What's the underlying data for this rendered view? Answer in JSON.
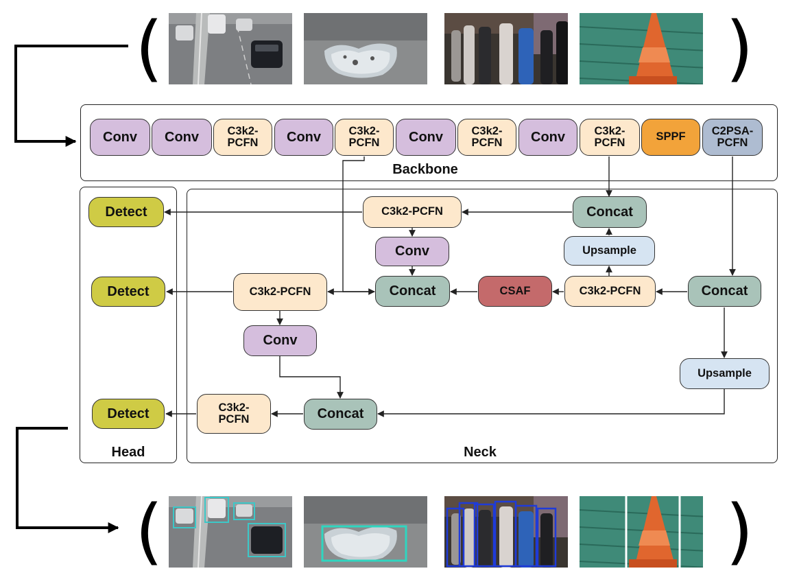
{
  "backbone": {
    "label": "Backbone",
    "blocks": [
      "Conv",
      "Conv",
      "C3k2-\nPCFN",
      "Conv",
      "C3k2-\nPCFN",
      "Conv",
      "C3k2-\nPCFN",
      "Conv",
      "C3k2-\nPCFN",
      "SPPF",
      "C2PSA-\nPCFN"
    ]
  },
  "neck": {
    "label": "Neck",
    "c3k2_top": "C3k2-PCFN",
    "concat_top": "Concat",
    "conv_mid": "Conv",
    "upsample_top": "Upsample",
    "c3k2_left": "C3k2-PCFN",
    "concat_mid": "Concat",
    "csaf": "CSAF",
    "c3k2_right": "C3k2-PCFN",
    "concat_right": "Concat",
    "conv_low": "Conv",
    "upsample_right": "Upsample",
    "c3k2_bottom": "C3k2-\nPCFN",
    "concat_bottom": "Concat"
  },
  "head": {
    "label": "Head",
    "detects": [
      "Detect",
      "Detect",
      "Detect"
    ]
  },
  "colors": {
    "conv": "#d5bedd",
    "c3k2": "#fde8cc",
    "sppf": "#f2a33a",
    "c2psa": "#aebcd1",
    "concat": "#a9c3b9",
    "upsample": "#d6e4f2",
    "csaf": "#c46a6b",
    "detect": "#cfcb45",
    "box_traffic": "#3cc8c8",
    "box_pothole": "#2fd6c0",
    "box_people": "#1f3bd9",
    "box_cone": "#ffffff"
  },
  "input_images": [
    "highway-traffic-image",
    "road-pothole-image",
    "pedestrian-crowd-image",
    "traffic-cone-image"
  ],
  "output_images": [
    "highway-traffic-detected-image",
    "road-pothole-detected-image",
    "pedestrian-crowd-detected-image",
    "traffic-cone-detected-image"
  ]
}
